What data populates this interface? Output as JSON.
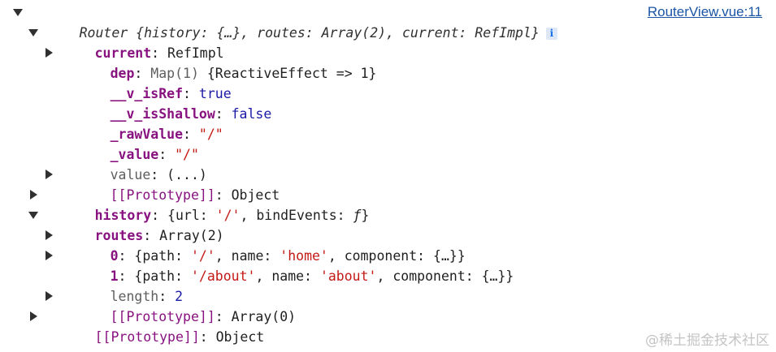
{
  "source_link": "RouterView.vue:11",
  "watermark": "@稀土掘金技术社区",
  "root": {
    "summary": "Router {history: {…}, routes: Array(2), current: RefImpl}",
    "info_icon": "i"
  },
  "current": {
    "key": "current",
    "value": "RefImpl",
    "dep": {
      "key": "dep",
      "type": "Map(1)",
      "value": "{ReactiveEffect => 1}"
    },
    "is_ref": {
      "key": "__v_isRef",
      "value": "true"
    },
    "is_shallow": {
      "key": "__v_isShallow",
      "value": "false"
    },
    "raw_value": {
      "key": "_rawValue",
      "value": "\"/\""
    },
    "value_internal": {
      "key": "_value",
      "value": "\"/\""
    },
    "value_getter": {
      "key": "value",
      "value": "(...)"
    },
    "prototype": {
      "key": "[[Prototype]]",
      "value": "Object"
    }
  },
  "history": {
    "key": "history",
    "open": "{url: ",
    "url": "'/'",
    "mid": ", bindEvents: ",
    "fn": "ƒ",
    "close": "}"
  },
  "routes": {
    "key": "routes",
    "value": "Array(2)",
    "items": [
      {
        "index": "0",
        "open": "{path: ",
        "path": "'/'",
        "sep1": ", name: ",
        "name": "'home'",
        "sep2": ", component: {…}}"
      },
      {
        "index": "1",
        "open": "{path: ",
        "path": "'/about'",
        "sep1": ", name: ",
        "name": "'about'",
        "sep2": ", component: {…}}"
      }
    ],
    "length": {
      "key": "length",
      "value": "2"
    },
    "prototype": {
      "key": "[[Prototype]]",
      "value": "Array(0)"
    }
  },
  "root_prototype": {
    "key": "[[Prototype]]",
    "value": "Object"
  }
}
